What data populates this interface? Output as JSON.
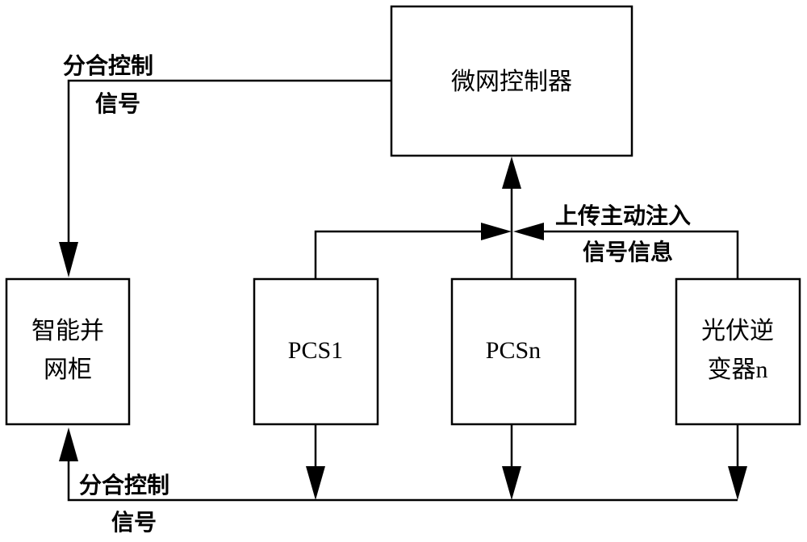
{
  "blocks": {
    "controller": {
      "label": "微网控制器"
    },
    "grid_cabinet": {
      "line1": "智能并",
      "line2": "网柜"
    },
    "pcs1": {
      "label": "PCS1"
    },
    "pcsn": {
      "label": "PCSn"
    },
    "pv_inverter": {
      "line1": "光伏逆",
      "line2": "变器n"
    }
  },
  "signals": {
    "top_switch": {
      "line1": "分合控制",
      "line2": "信号"
    },
    "upload": {
      "line1": "上传主动注入",
      "line2": "信号信息"
    },
    "bottom_switch": {
      "line1": "分合控制",
      "line2": "信号"
    }
  }
}
